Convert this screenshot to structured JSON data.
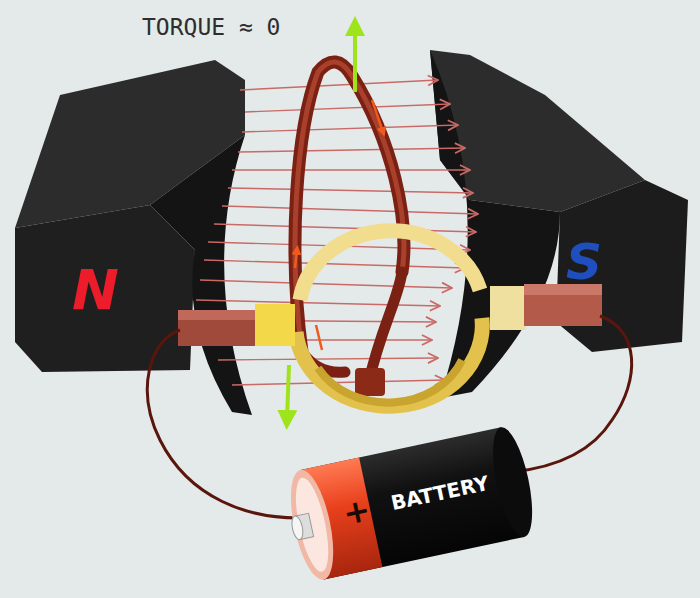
{
  "diagram": {
    "nodes": [
      {
        "text": [
          "N"
        ]
      },
      {
        "text": [
          "S"
        ]
      },
      {
        "text": [
          "+",
          "BATTERY"
        ]
      }
    ],
    "labels": [
      "TORQUE ≈ 0"
    ]
  }
}
